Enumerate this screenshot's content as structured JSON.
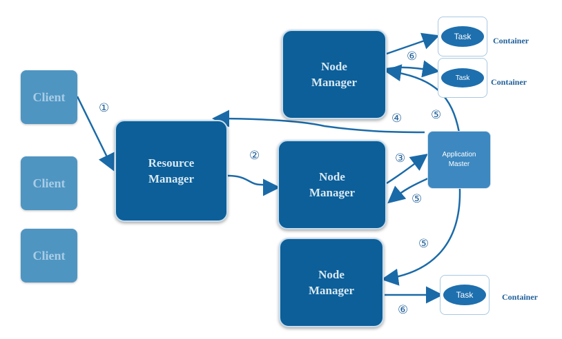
{
  "clients": [
    {
      "label": "Client"
    },
    {
      "label": "Client"
    },
    {
      "label": "Client"
    }
  ],
  "resource_manager": {
    "label": "Resource\nManager"
  },
  "node_managers": [
    {
      "label": "Node\nManager"
    },
    {
      "label": "Node\nManager"
    },
    {
      "label": "Node\nManager"
    }
  ],
  "application_master": {
    "label": "Application\nMaster"
  },
  "containers": [
    {
      "task": "Task",
      "label": "Container"
    },
    {
      "task": "Task",
      "label": "Container"
    },
    {
      "task": "Task",
      "label": "Container"
    }
  ],
  "steps": {
    "s1": "①",
    "s2": "②",
    "s3": "③",
    "s4": "④",
    "s5a": "⑤",
    "s5b": "⑤",
    "s5c": "⑤",
    "s6a": "⑥",
    "s6b": "⑥"
  },
  "colors": {
    "arrow": "#1a6aa8",
    "dark_box": "#0c5f99",
    "client_box": "#4f95c2",
    "app_master": "#3d88c0"
  }
}
